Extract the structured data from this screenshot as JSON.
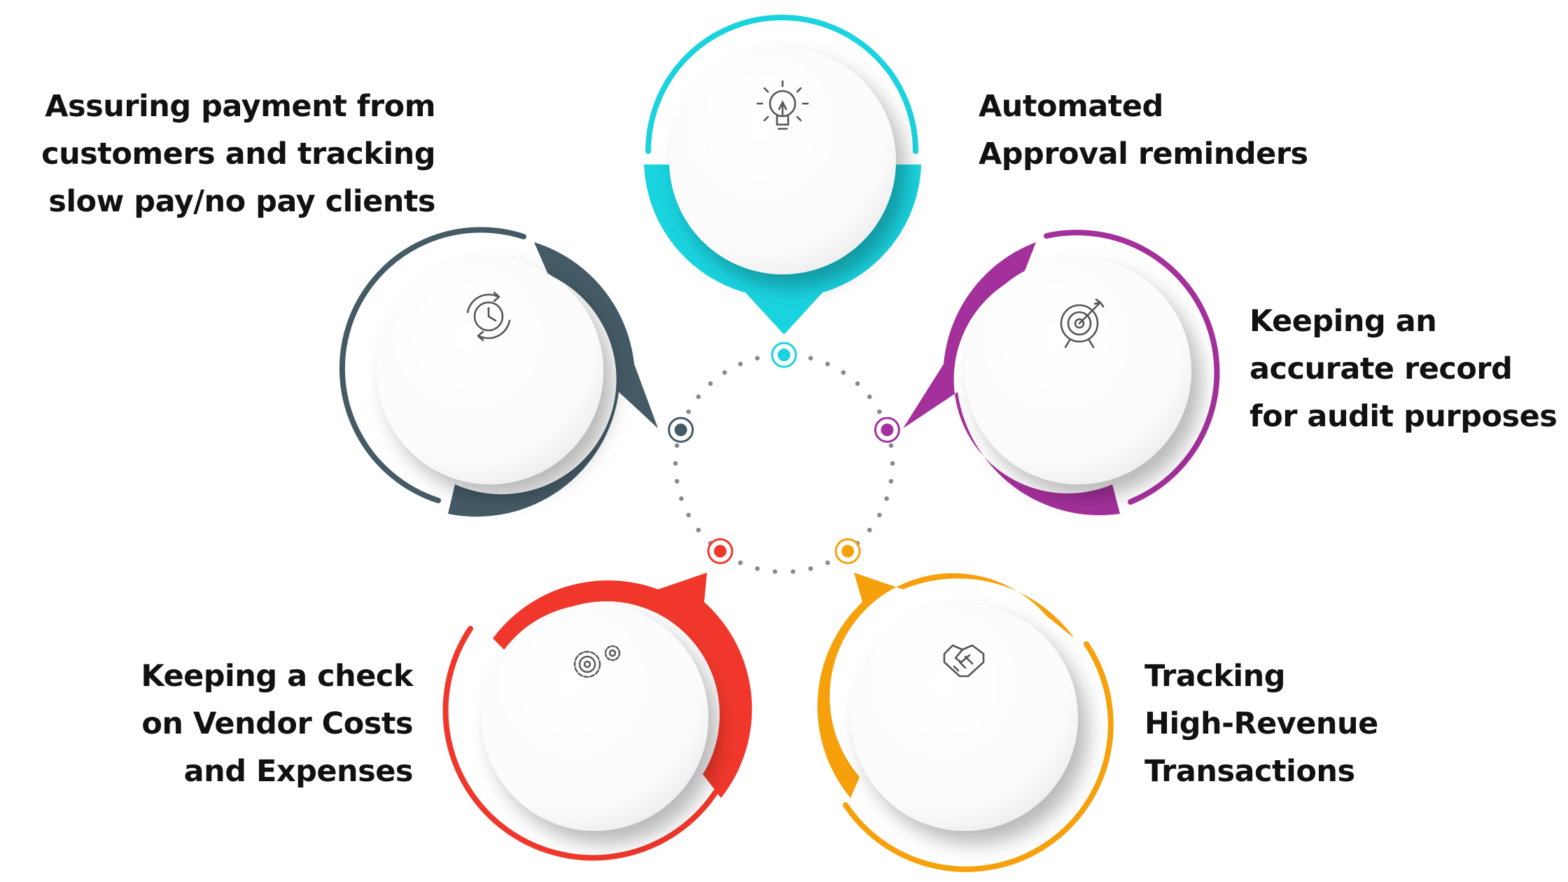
{
  "colors": {
    "teal": "#19d3df",
    "magenta": "#a4309b",
    "orange": "#f6a10c",
    "red": "#f1372b",
    "slate": "#445a65",
    "dots": "#8a8a8a",
    "text": "#111111",
    "disc": "#ffffff"
  },
  "items": [
    {
      "id": "approval",
      "color_key": "teal",
      "icon": "lightbulb-icon",
      "lines": [
        "Automated",
        "Approval reminders"
      ]
    },
    {
      "id": "audit",
      "color_key": "magenta",
      "icon": "target-icon",
      "lines": [
        "Keeping an",
        "accurate record",
        "for audit purposes"
      ]
    },
    {
      "id": "revenue",
      "color_key": "orange",
      "icon": "handshake-icon",
      "lines": [
        "Tracking",
        "High-Revenue",
        "Transactions"
      ]
    },
    {
      "id": "vendor",
      "color_key": "red",
      "icon": "gears-icon",
      "lines": [
        "Keeping a check",
        "on Vendor Costs",
        "and Expenses"
      ]
    },
    {
      "id": "payment",
      "color_key": "slate",
      "icon": "clock-cycle-icon",
      "lines": [
        "Assuring payment from",
        "customers and tracking",
        "slow pay/no pay clients"
      ]
    }
  ]
}
